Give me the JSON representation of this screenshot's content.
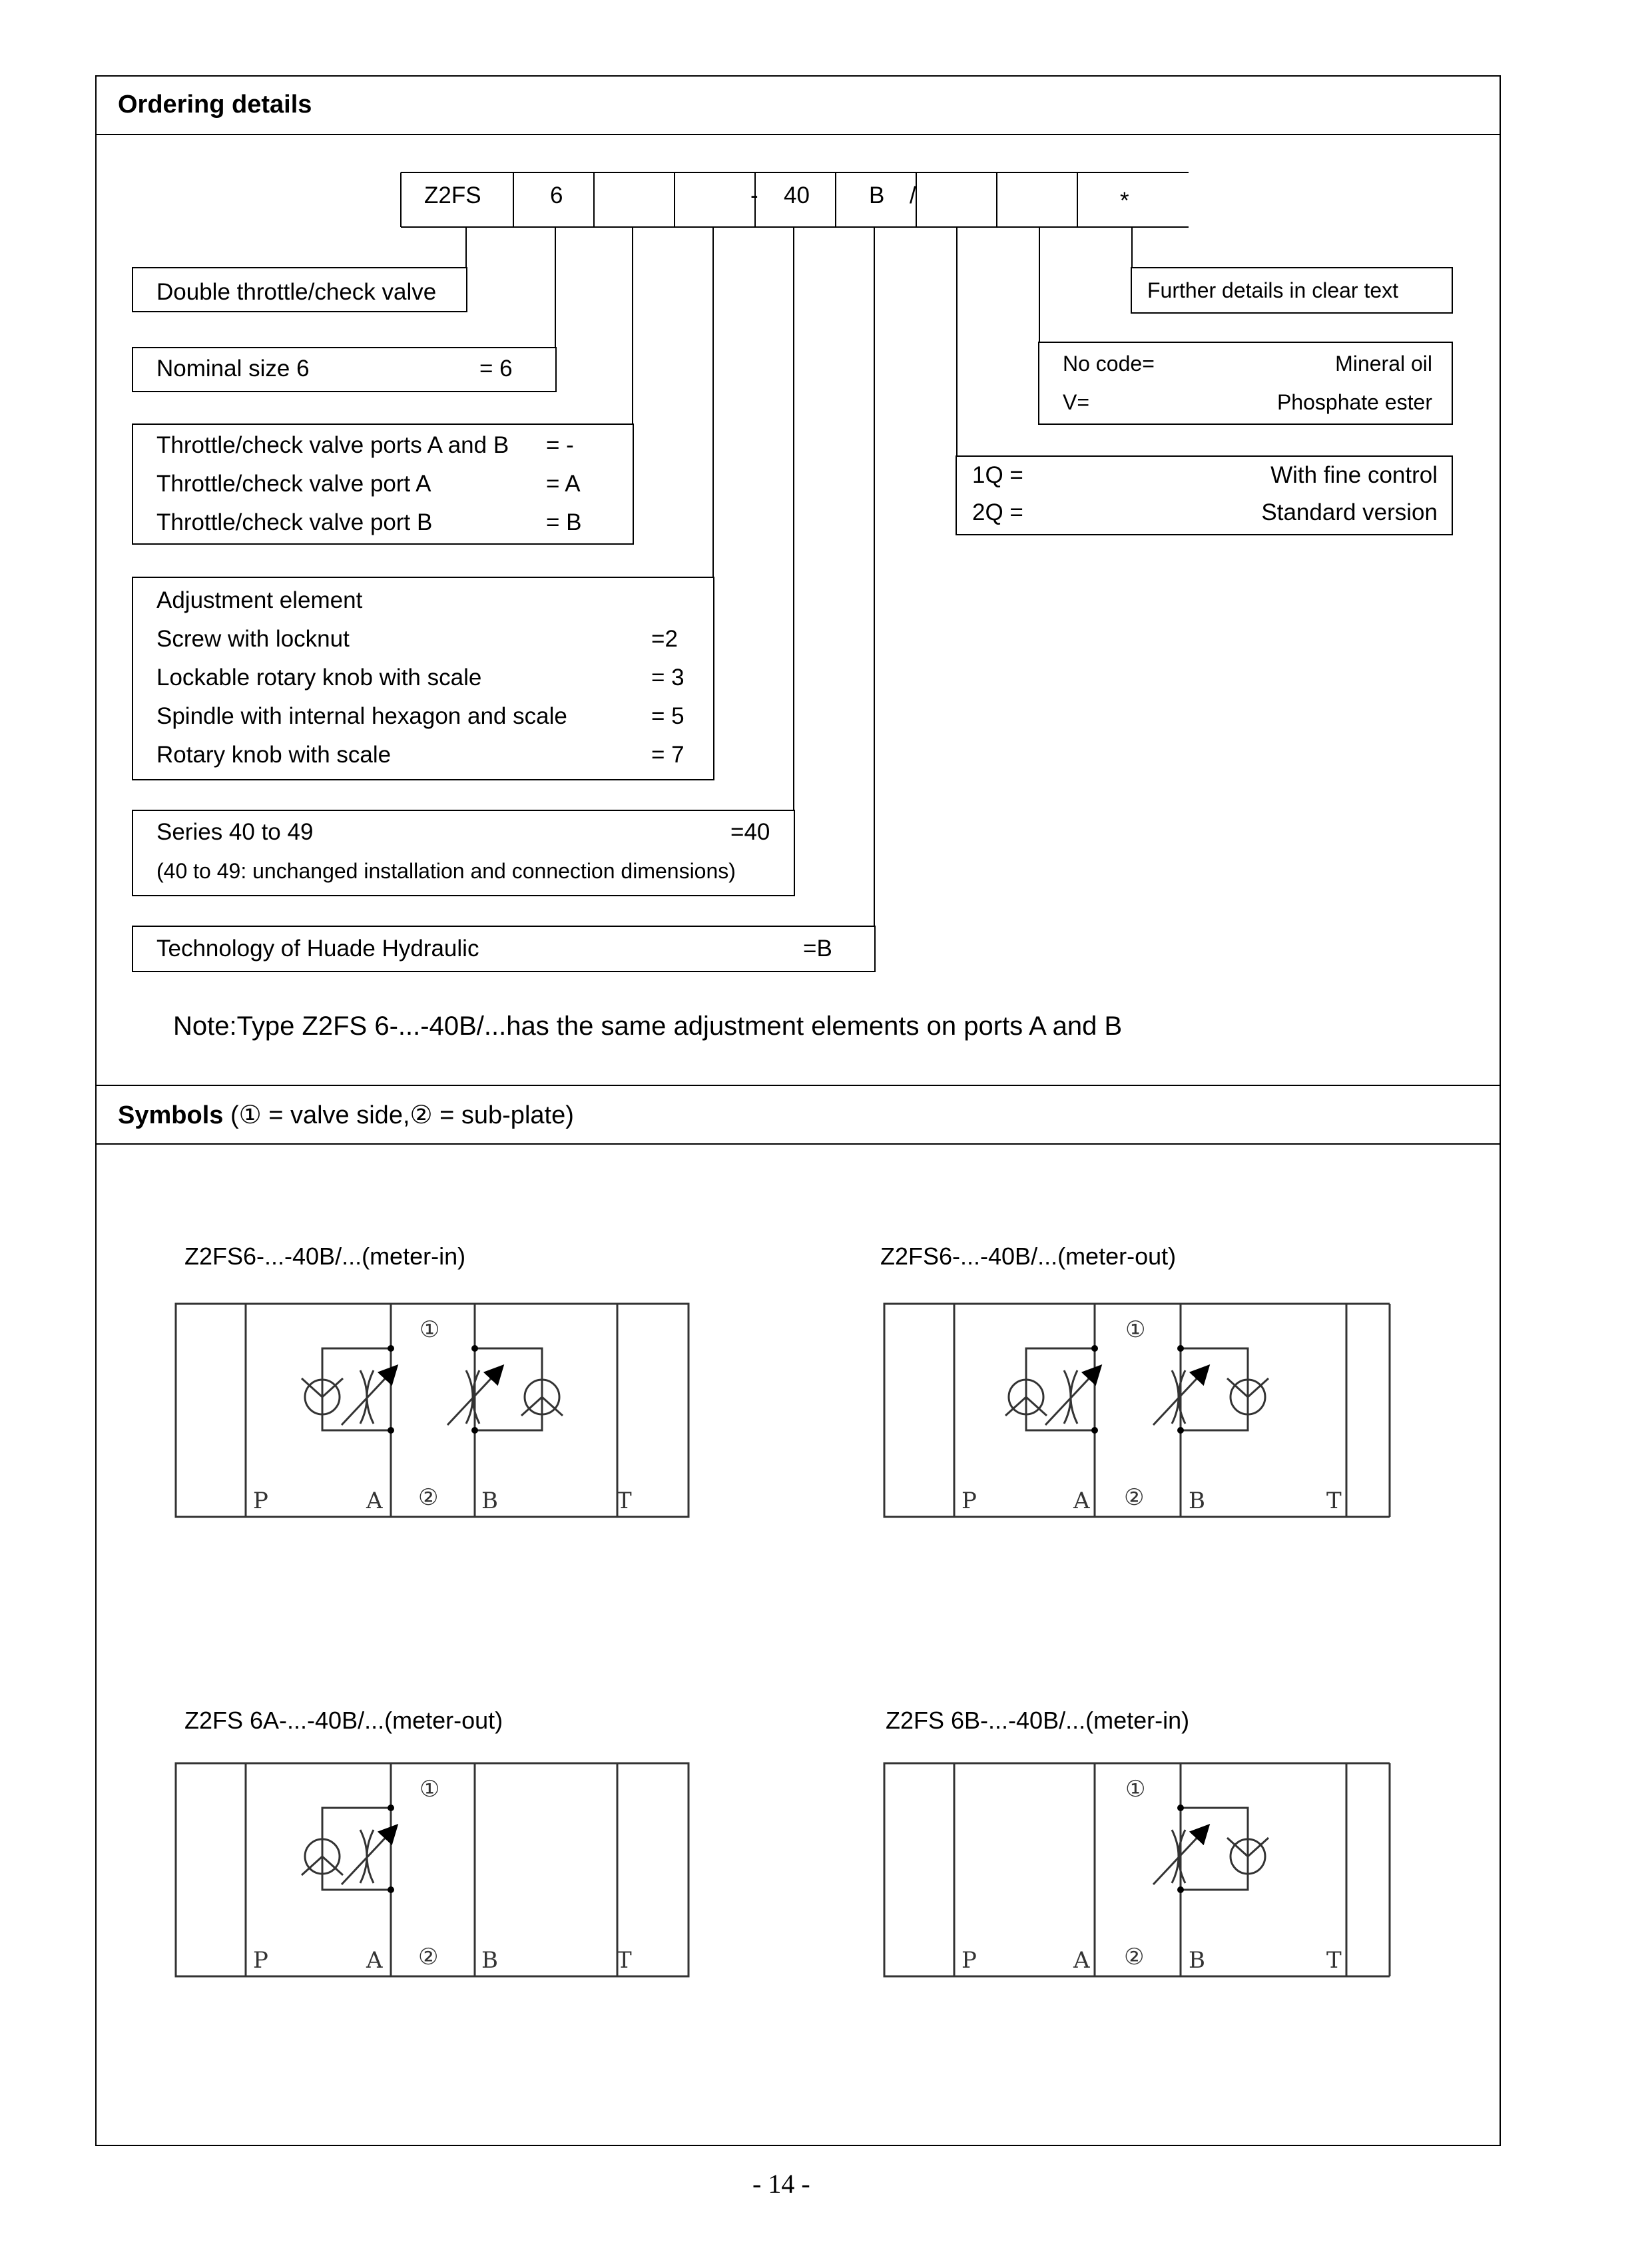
{
  "ordering": {
    "title": "Ordering details",
    "code_cells": [
      "Z2FS",
      "6",
      "",
      "",
      "40",
      "B",
      "",
      "",
      "*"
    ],
    "dash_mark": "-",
    "slash_mark": "/",
    "boxes": {
      "double_throttle": "Double throttle/check valve",
      "nominal_size": {
        "label": "Nominal size 6",
        "value": "=  6"
      },
      "ports": [
        {
          "label": "Throttle/check valve ports A and B",
          "value": "= -"
        },
        {
          "label": "Throttle/check valve port A",
          "value": "= A"
        },
        {
          "label": "Throttle/check valve port B",
          "value": "= B"
        }
      ],
      "adjustment": {
        "heading": "Adjustment element",
        "rows": [
          {
            "label": "Screw with locknut",
            "value": "=2"
          },
          {
            "label": "Lockable rotary knob with scale",
            "value": "= 3"
          },
          {
            "label": "Spindle with internal hexagon and scale",
            "value": "= 5"
          },
          {
            "label": "Rotary knob with scale",
            "value": "= 7"
          }
        ]
      },
      "series": {
        "label": "Series 40 to 49",
        "value": "=40",
        "note": "(40 to 49: unchanged installation and  connection dimensions)"
      },
      "technology": {
        "label": "Technology of Huade Hydraulic",
        "value": "=B"
      },
      "further": "Further details in clear text",
      "seals": [
        {
          "label": "No code=",
          "value": "Mineral oil"
        },
        {
          "label": "V=",
          "value": "Phosphate ester"
        }
      ],
      "control": [
        {
          "label": "1Q =",
          "value": "With fine control"
        },
        {
          "label": "2Q =",
          "value": "Standard version"
        }
      ]
    },
    "note": "Note:Type Z2FS 6-...-40B/...has the same adjustment elements on ports A and B"
  },
  "symbols": {
    "title_bold": "Symbols",
    "title_rest": " (① = valve side,② = sub-plate)",
    "diagrams": [
      {
        "caption": "Z2FS6-...-40B/...(meter-in)"
      },
      {
        "caption": "Z2FS6-...-40B/...(meter-out)"
      },
      {
        "caption": "Z2FS 6A-...-40B/...(meter-out)"
      },
      {
        "caption": "Z2FS 6B-...-40B/...(meter-in)"
      }
    ],
    "port_labels": [
      "P",
      "A",
      "B",
      "T"
    ],
    "marker_top": "①",
    "marker_bottom": "②"
  },
  "page_number": "- 14 -"
}
